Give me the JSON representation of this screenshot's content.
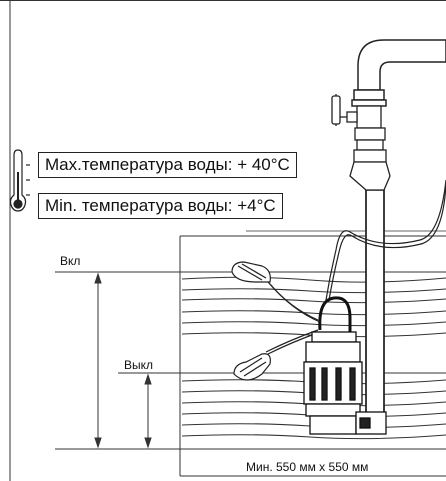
{
  "labels": {
    "max_temp": "Max.температура воды: + 40°C",
    "min_temp": "Min. температура воды: +4°C",
    "on": "Вкл",
    "off": "Выкл",
    "min_size": "Мин. 550 мм x 550 мм"
  },
  "icons": {
    "thermometer": "thermometer-icon",
    "valve": "valve-icon",
    "float_switch": "float-switch-icon",
    "pump": "submersible-pump-icon"
  }
}
